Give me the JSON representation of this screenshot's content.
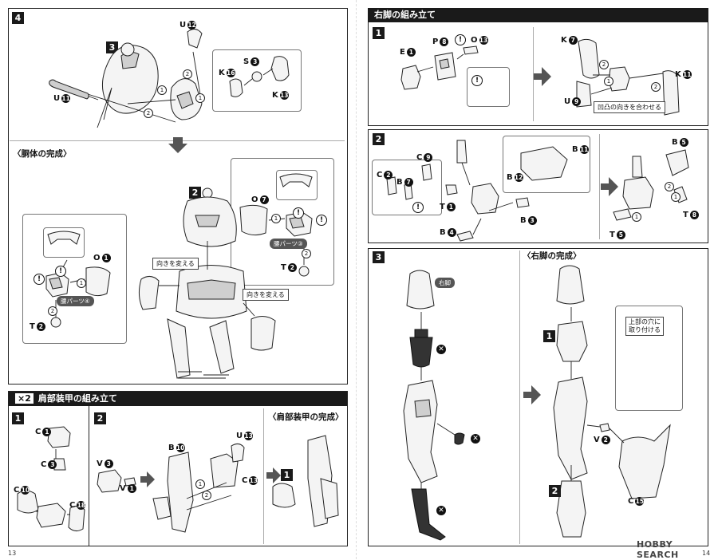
{
  "left": {
    "step4": {
      "num": "4",
      "sub_step": "3",
      "labels": [
        {
          "id": "U12",
          "letter": "U",
          "num": "12"
        },
        {
          "id": "S3",
          "letter": "S",
          "num": "3"
        },
        {
          "id": "K16",
          "letter": "K",
          "num": "16"
        },
        {
          "id": "K13",
          "letter": "K",
          "num": "13"
        },
        {
          "id": "U11",
          "letter": "U",
          "num": "11"
        }
      ]
    },
    "torso_complete": {
      "title": "〈胴体の完成〉",
      "sub_step": "2",
      "labels": [
        {
          "id": "O7",
          "letter": "O",
          "num": "7"
        },
        {
          "id": "O1",
          "letter": "O",
          "num": "1"
        },
        {
          "id": "T2a",
          "letter": "T",
          "num": "2"
        },
        {
          "id": "T2b",
          "letter": "T",
          "num": "2"
        }
      ],
      "waist_part_3": "腰パーツ③",
      "waist_part_4": "腰パーツ④",
      "change_dir_1": "向きを変える",
      "change_dir_2": "向きを変える"
    },
    "shoulder": {
      "x2": "×2",
      "header": "肩部装甲の組み立て",
      "step1": "1",
      "step2": "2",
      "complete_title": "〈肩部装甲の完成〉",
      "complete_step": "1",
      "labels": [
        {
          "id": "C1",
          "letter": "C",
          "num": "1"
        },
        {
          "id": "C3",
          "letter": "C",
          "num": "3"
        },
        {
          "id": "C10",
          "letter": "C",
          "num": "10"
        },
        {
          "id": "C18",
          "letter": "C",
          "num": "18"
        },
        {
          "id": "V3",
          "letter": "V",
          "num": "3"
        },
        {
          "id": "V1",
          "letter": "V",
          "num": "1"
        },
        {
          "id": "B10",
          "letter": "B",
          "num": "10"
        },
        {
          "id": "U13",
          "letter": "U",
          "num": "13"
        },
        {
          "id": "C13",
          "letter": "C",
          "num": "13"
        }
      ]
    },
    "page_no": "13"
  },
  "right": {
    "header": "右脚の組み立て",
    "step1": {
      "num": "1",
      "labels": [
        {
          "id": "E1",
          "letter": "E",
          "num": "1"
        },
        {
          "id": "P8",
          "letter": "P",
          "num": "8"
        },
        {
          "id": "O13",
          "letter": "O",
          "num": "13"
        },
        {
          "id": "K7",
          "letter": "K",
          "num": "7"
        },
        {
          "id": "K11",
          "letter": "K",
          "num": "11"
        },
        {
          "id": "U9",
          "letter": "U",
          "num": "9"
        }
      ],
      "note": "凹凸の向きを合わせる"
    },
    "step2": {
      "num": "2",
      "labels": [
        {
          "id": "C9",
          "letter": "C",
          "num": "9"
        },
        {
          "id": "C2",
          "letter": "C",
          "num": "2"
        },
        {
          "id": "B7",
          "letter": "B",
          "num": "7"
        },
        {
          "id": "T1",
          "letter": "T",
          "num": "1"
        },
        {
          "id": "B11",
          "letter": "B",
          "num": "11"
        },
        {
          "id": "B12",
          "letter": "B",
          "num": "12"
        },
        {
          "id": "B3",
          "letter": "B",
          "num": "3"
        },
        {
          "id": "B4",
          "letter": "B",
          "num": "4"
        },
        {
          "id": "B5",
          "letter": "B",
          "num": "5"
        },
        {
          "id": "T8",
          "letter": "T",
          "num": "8"
        },
        {
          "id": "T5",
          "letter": "T",
          "num": "5"
        }
      ]
    },
    "step3": {
      "num": "3",
      "right_leg_tag": "右脚",
      "complete_title": "〈右脚の完成〉",
      "complete_step1": "1",
      "complete_step2": "2",
      "attach_note_line1": "上部の穴に",
      "attach_note_line2": "取り付ける",
      "labels": [
        {
          "id": "V2",
          "letter": "V",
          "num": "2"
        },
        {
          "id": "C15",
          "letter": "C",
          "num": "15"
        }
      ]
    },
    "page_no": "14",
    "watermark": "HOBBY SEARCH"
  },
  "glyphs": {
    "warn": "!",
    "x": "✕",
    "n1": "1",
    "n2": "2"
  }
}
